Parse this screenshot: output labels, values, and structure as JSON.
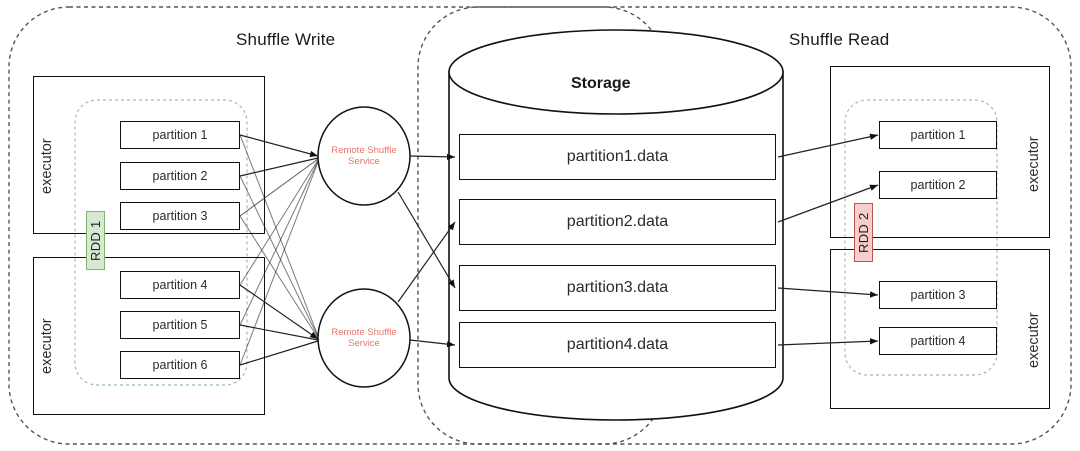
{
  "diagram": {
    "title_shuffle_write": "Shuffle Write",
    "title_shuffle_read": "Shuffle Read",
    "storage_title": "Storage",
    "executor_label": "executor",
    "rdd_write_label": "RDD 1",
    "rdd_read_label": "RDD 2",
    "rss_line1": "Remote Shuffle",
    "rss_line2": "Service"
  },
  "colors": {
    "rdd1_fill": "#d5e8d4",
    "rdd1_stroke": "#82b366",
    "rdd2_fill": "#f8cecc",
    "rdd2_stroke": "#b85450",
    "rss_text": "#e8736c",
    "box_stroke": "#111111",
    "dashed_green": "#9ac49a",
    "dashed_gray": "#555555"
  },
  "write_side": {
    "executor_top_partitions": [
      "partition 1",
      "partition 2",
      "partition 3"
    ],
    "executor_bottom_partitions": [
      "partition 4",
      "partition 5",
      "partition 6"
    ]
  },
  "storage": {
    "files": [
      "partition1.data",
      "partition2.data",
      "partition3.data",
      "partition4.data"
    ]
  },
  "read_side": {
    "executor_top_partitions": [
      "partition 1",
      "partition 2"
    ],
    "executor_bottom_partitions": [
      "partition 3",
      "partition 4"
    ]
  },
  "services": [
    {
      "name": "remote-shuffle-service-1"
    },
    {
      "name": "remote-shuffle-service-2"
    }
  ]
}
